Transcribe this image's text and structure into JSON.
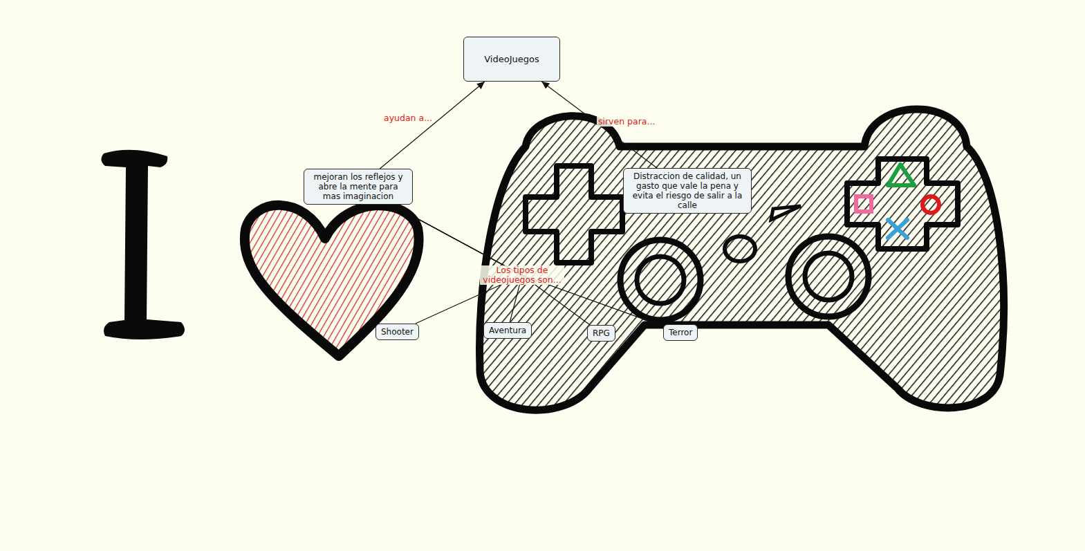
{
  "diagram": {
    "nodes": [
      {
        "text": [
          "VideoJuegos"
        ]
      },
      {
        "text": [
          "mejoran los reflejos y abre la mente para mas imaginacion"
        ]
      },
      {
        "text": [
          "Distraccion de calidad, un gasto que vale la pena y evita el riesgo de salir a la calle"
        ]
      },
      {
        "text": [
          "Shooter"
        ]
      },
      {
        "text": [
          "Aventura"
        ]
      },
      {
        "text": [
          "RPG"
        ]
      },
      {
        "text": [
          "Terror"
        ]
      }
    ],
    "edges": [
      {
        "from": 1,
        "to": 0,
        "arrow": "to",
        "label": "ayudan a..."
      },
      {
        "from": 2,
        "to": 0,
        "arrow": "to",
        "label": "sirven para..."
      },
      {
        "from": 1,
        "to": 3,
        "arrow": "none",
        "label": "Los tipos de videojuegos son..."
      },
      {
        "from": 1,
        "to": 4,
        "arrow": "none"
      },
      {
        "from": 1,
        "to": 5,
        "arrow": "none"
      },
      {
        "from": 1,
        "to": 6,
        "arrow": "none"
      }
    ]
  }
}
